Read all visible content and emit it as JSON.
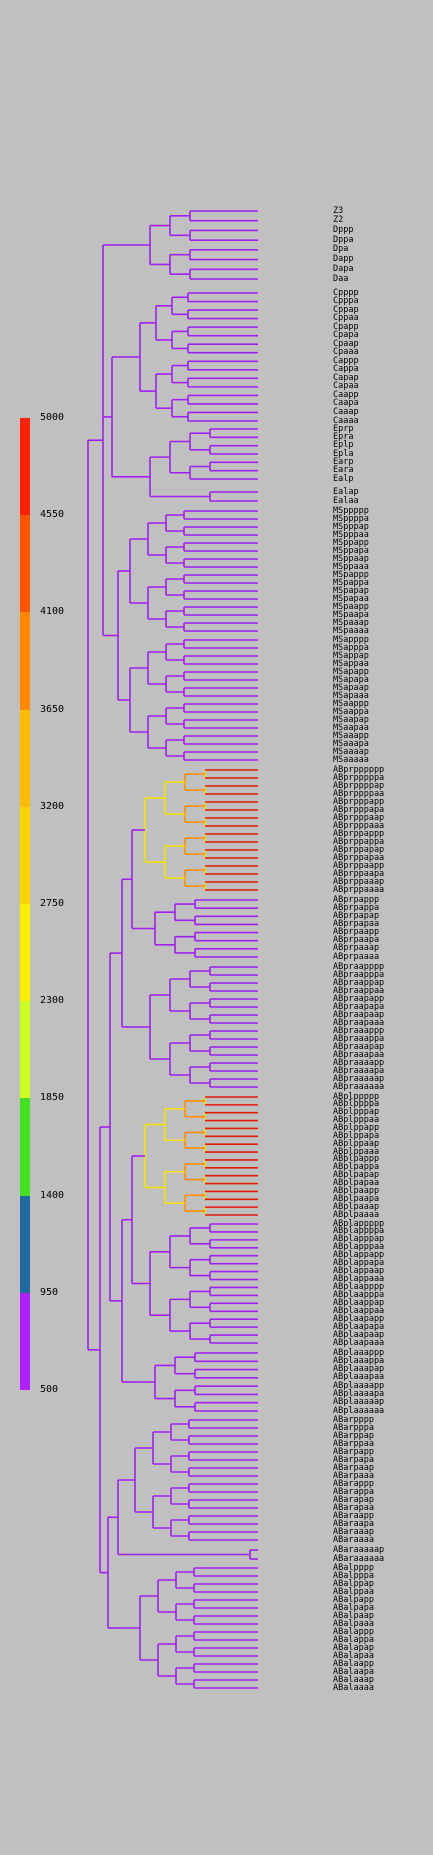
{
  "legend": {
    "ticks": [
      "5000",
      "4550",
      "4100",
      "3650",
      "3200",
      "2750",
      "2300",
      "1850",
      "1400",
      "950",
      "500"
    ],
    "band_colors": [
      "#ff2200",
      "#ff5500",
      "#ff8800",
      "#ffbb00",
      "#ffd400",
      "#ffee00",
      "#ccff22",
      "#44e022",
      "#206aa0",
      "#b020ff"
    ]
  },
  "tree": {
    "colors": {
      "base": "#a020f0",
      "blue": "#1f6fa8",
      "green": "#40e040",
      "yellow": "#f2e300",
      "orange": "#ff8c00",
      "red": "#e31b0b"
    }
  },
  "leaves": [
    "Z3",
    "Z2",
    "Dppp",
    "Dppa",
    "Dpa",
    "Dapp",
    "Dapa",
    "Daa",
    "Cpppp",
    "Cpppa",
    "Cppap",
    "Cppaa",
    "Cpapp",
    "Cpapa",
    "Cpaap",
    "Cpaaa",
    "Cappp",
    "Cappa",
    "Capap",
    "Capaa",
    "Caapp",
    "Caapa",
    "Caaap",
    "Caaaa",
    "Eprp",
    "Epra",
    "Eplp",
    "Epla",
    "Earp",
    "Eara",
    "Ealp",
    "Ealap",
    "Ealaa",
    "MSppppp",
    "MSppppa",
    "MSpppap",
    "MSpppaa",
    "MSppapp",
    "MSppapa",
    "MSppaap",
    "MSppaaa",
    "MSpappp",
    "MSpappa",
    "MSpapap",
    "MSpapaa",
    "MSpaapp",
    "MSpaapa",
    "MSpaaap",
    "MSpaaaa",
    "MSapppp",
    "MSapppa",
    "MSappap",
    "MSappaa",
    "MSapapp",
    "MSapapa",
    "MSapaap",
    "MSapaaa",
    "MSaappp",
    "MSaappa",
    "MSaapap",
    "MSaapaa",
    "MSaaapp",
    "MSaaapa",
    "MSaaaap",
    "MSaaaaa",
    "ABprpppppp",
    "ABprpppppa",
    "ABprppppap",
    "ABprppppaa",
    "ABprpppapp",
    "ABprpppapa",
    "ABprpppaap",
    "ABprpppaaa",
    "ABprppappp",
    "ABprppappa",
    "ABprppapap",
    "ABprppapaa",
    "ABprppaapp",
    "ABprppaapa",
    "ABprppaaap",
    "ABprppaaaa",
    "ABprpappp",
    "ABprpappa",
    "ABprpapap",
    "ABprpapaa",
    "ABprpaapp",
    "ABprpaapa",
    "ABprpaaap",
    "ABprpaaaa",
    "ABpraapppp",
    "ABpraapppa",
    "ABpraappap",
    "ABpraappaa",
    "ABpraapapp",
    "ABpraapapa",
    "ABpraapaap",
    "ABpraapaaa",
    "ABpraaappp",
    "ABpraaappa",
    "ABpraaapap",
    "ABpraaapaa",
    "ABpraaaapp",
    "ABpraaaapa",
    "ABpraaaaap",
    "ABpraaaaaa",
    "ABplppppp",
    "ABplppppa",
    "ABplpppap",
    "ABplpppaa",
    "ABplppapp",
    "ABplppapa",
    "ABplppaap",
    "ABplppaaa",
    "ABplpappp",
    "ABplpappa",
    "ABplpapap",
    "ABplpapaa",
    "ABplpaapp",
    "ABplpaapa",
    "ABplpaaap",
    "ABplpaaaa",
    "ABplappppp",
    "ABplappppa",
    "ABplapppap",
    "ABplapppaa",
    "ABplappapp",
    "ABplappapa",
    "ABplappaap",
    "ABplappaaa",
    "ABplaapppp",
    "ABplaapppa",
    "ABplaappap",
    "ABplaappaa",
    "ABplaapapp",
    "ABplaapapa",
    "ABplaapaap",
    "ABplaapaaa",
    "ABplaaappp",
    "ABplaaappa",
    "ABplaaapap",
    "ABplaaapaa",
    "ABplaaaapp",
    "ABplaaaapa",
    "ABplaaaaap",
    "ABplaaaaaa",
    "ABarpppp",
    "ABarpppa",
    "ABarppap",
    "ABarppaa",
    "ABarpapp",
    "ABarpapa",
    "ABarpaap",
    "ABarpaaa",
    "ABarappp",
    "ABarappa",
    "ABarapap",
    "ABarapaa",
    "ABaraapp",
    "ABaraapa",
    "ABaraaap",
    "ABaraaaa",
    "ABaraaaaap",
    "ABaraaaaaa",
    "ABalpppp",
    "ABalpppa",
    "ABalppap",
    "ABalppaa",
    "ABalpapp",
    "ABalpapa",
    "ABalpaap",
    "ABalpaaa",
    "ABalappp",
    "ABalappa",
    "ABalapap",
    "ABalapaa",
    "ABalaapp",
    "ABalaapa",
    "ABalaaap",
    "ABalaaaa"
  ]
}
